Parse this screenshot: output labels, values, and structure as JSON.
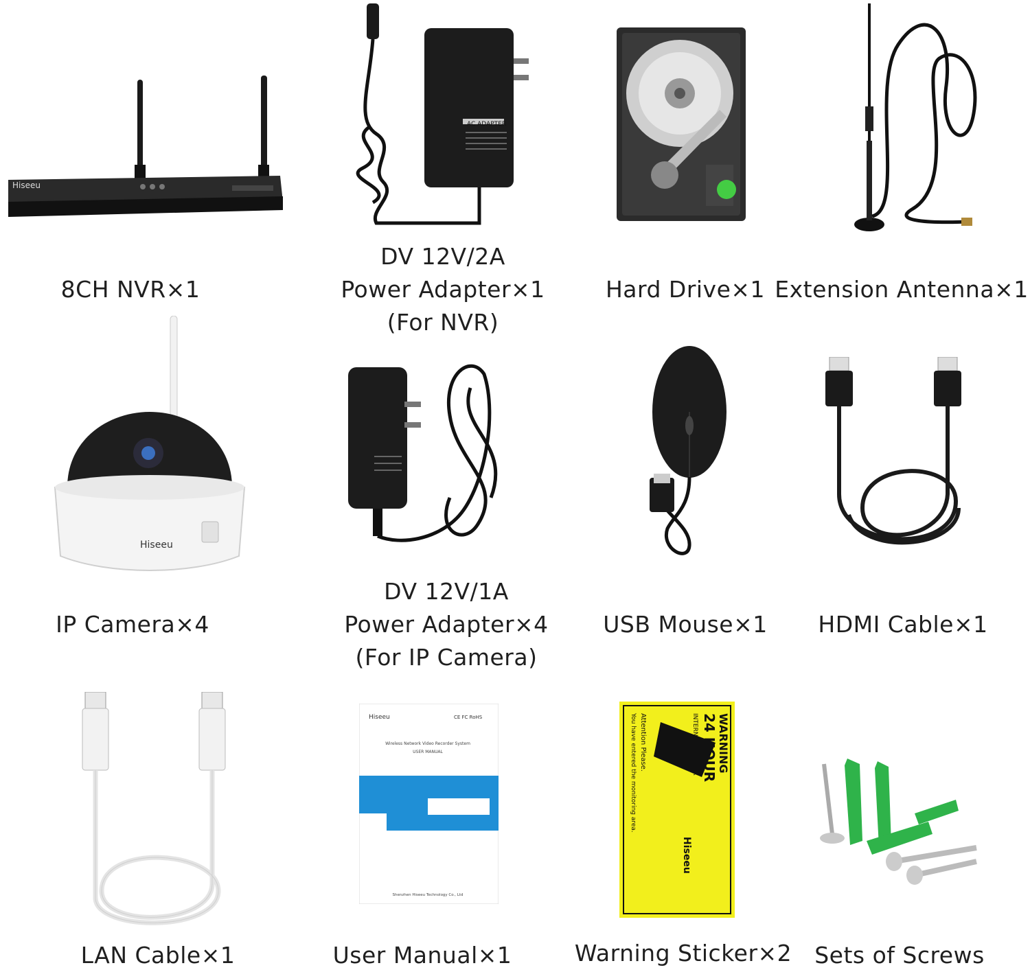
{
  "brand": "Hiseeu",
  "items": [
    {
      "caption": "8CH NVR×1",
      "icon": "nvr-icon"
    },
    {
      "caption_lines": [
        "DV 12V/2A",
        "Power Adapter×1",
        "(For NVR)"
      ],
      "icon": "power-adapter-icon",
      "label_title": "AC ADAPTER"
    },
    {
      "caption": "Hard Drive×1",
      "icon": "hard-drive-icon"
    },
    {
      "caption": "Extension Antenna×1",
      "icon": "antenna-icon"
    },
    {
      "caption": "IP Camera×4",
      "icon": "dome-camera-icon"
    },
    {
      "caption_lines": [
        "DV 12V/1A",
        "Power Adapter×4",
        "(For IP Camera)"
      ],
      "icon": "power-adapter-icon"
    },
    {
      "caption": "USB Mouse×1",
      "icon": "mouse-icon"
    },
    {
      "caption": "HDMI Cable×1",
      "icon": "hdmi-cable-icon"
    },
    {
      "caption": "LAN Cable×1",
      "icon": "lan-cable-icon"
    },
    {
      "caption": "User Manual×1",
      "icon": "manual-icon",
      "manual_brand": "Hiseeu",
      "manual_certs": "CE FC RoHS",
      "manual_title": "Wireless Network Video Recorder System",
      "manual_subtitle": "USER MANUAL",
      "manual_footer": "Shenzhen Hiseeu Technology Co., Ltd"
    },
    {
      "caption": "Warning Sticker×2",
      "icon": "warning-sticker-icon",
      "sticker_warning": "WARNING",
      "sticker_hours": "24 HOUR",
      "sticker_monitor": "INTERNET MONITOR",
      "sticker_attention": "Attention Please.",
      "sticker_entered": "You have entered the monitoring area.",
      "sticker_brand": "Hiseeu"
    },
    {
      "caption": "Sets of Screws",
      "icon": "screws-icon"
    }
  ],
  "colors": {
    "black": "#1a1a1a",
    "sticker_yellow": "#f2ef1c",
    "screw_green": "#2fb34a",
    "manual_blue": "#1f8fd6"
  }
}
